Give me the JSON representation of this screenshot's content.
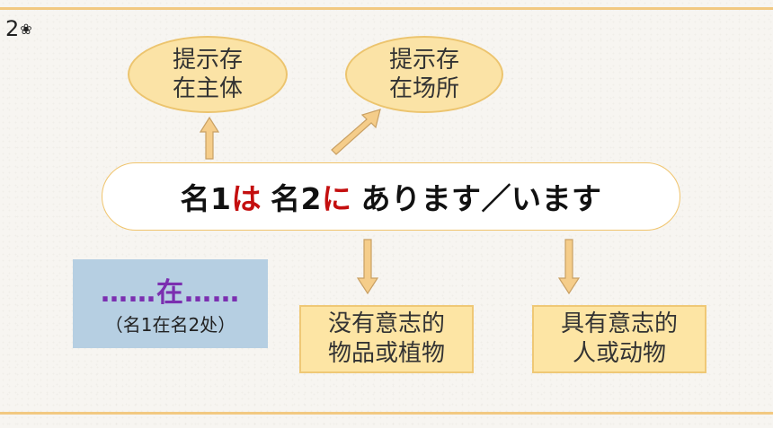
{
  "slide_number": "2",
  "top_left": {
    "lines": [
      "提示存",
      "在主体"
    ]
  },
  "top_right": {
    "lines": [
      "提示存",
      "在场所"
    ]
  },
  "sentence": {
    "n1": "名1",
    "p1": "は",
    "n2": "名2",
    "p2": "に",
    "rest": "あります／います"
  },
  "meaning": {
    "main": "……在……",
    "sub": "（名1在名2处）"
  },
  "bottom_left": {
    "lines": [
      "没有意志的",
      "物品或植物"
    ]
  },
  "bottom_right": {
    "lines": [
      "具有意志的",
      "人或动物"
    ]
  },
  "colors": {
    "ellipse_fill": "#fbe3a6",
    "highlight_red": "#c40f0f",
    "meaning_purple": "#7b2fb0",
    "meaning_box": "#b6cfe2",
    "arrow_fill": "#f5cd8a"
  }
}
